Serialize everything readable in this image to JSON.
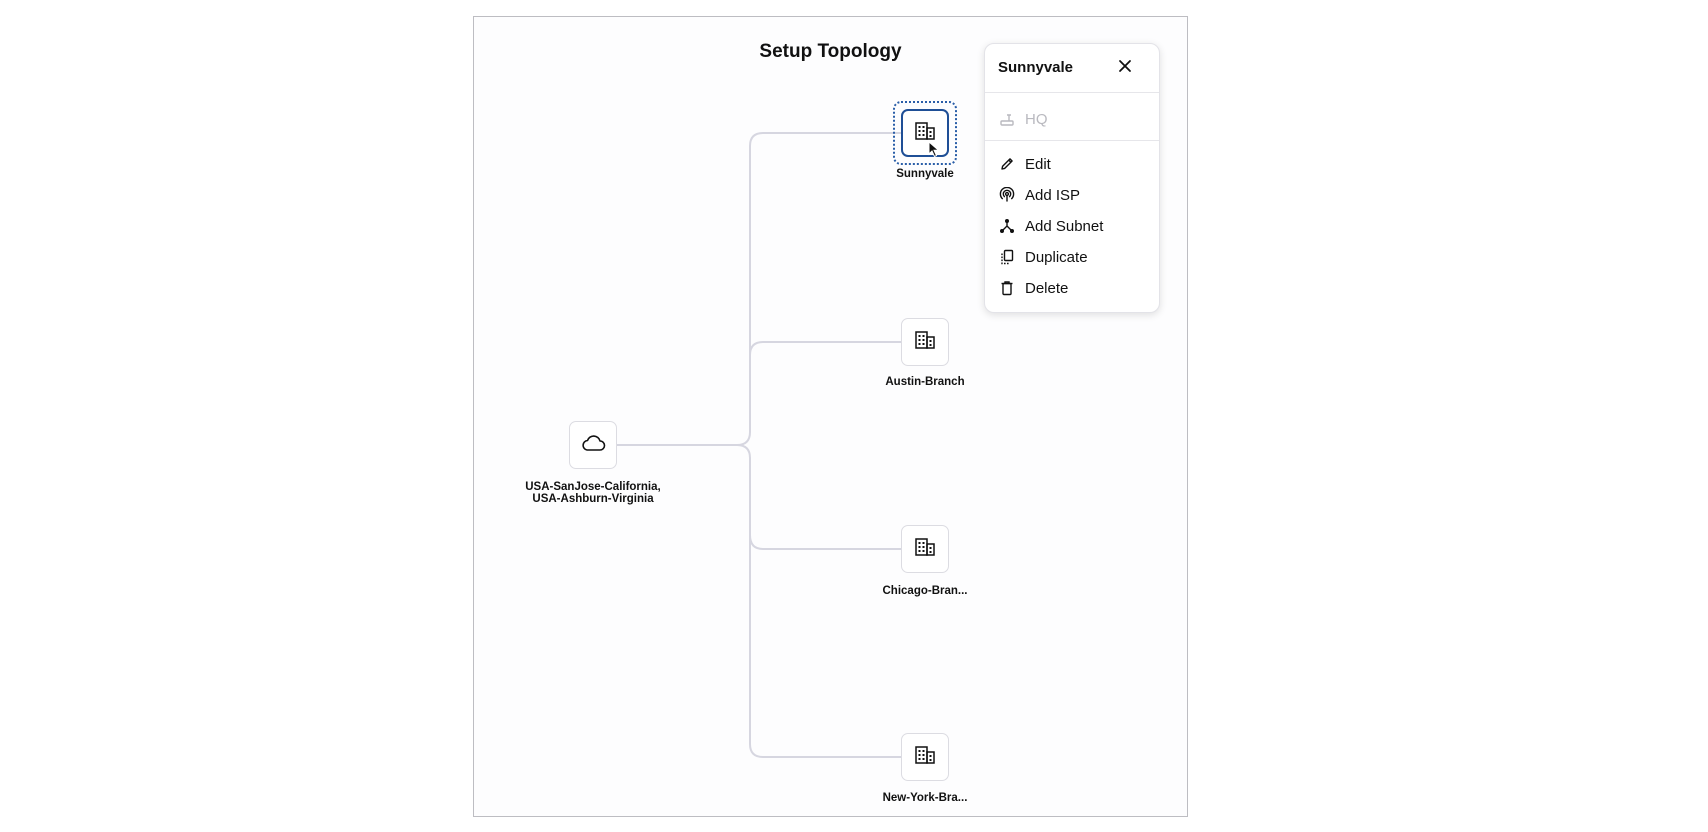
{
  "topology": {
    "title": "Setup Topology",
    "cloud": {
      "label_line1": "USA-SanJose-California,",
      "label_line2": "USA-Ashburn-Virginia",
      "icon": "cloud-icon"
    },
    "sites": [
      {
        "label": "Sunnyvale",
        "icon": "building-icon",
        "selected": true
      },
      {
        "label": "Austin-Branch",
        "icon": "building-icon"
      },
      {
        "label": "Chicago-Bran...",
        "icon": "building-icon"
      },
      {
        "label": "New-York-Bra...",
        "icon": "building-icon"
      }
    ]
  },
  "context_menu": {
    "title": "Sunnyvale",
    "close_icon": "close-icon",
    "items": [
      {
        "label": "HQ",
        "icon": "router-icon",
        "disabled": true
      },
      {
        "label": "Edit",
        "icon": "pencil-icon"
      },
      {
        "label": "Add ISP",
        "icon": "signal-icon"
      },
      {
        "label": "Add Subnet",
        "icon": "subnet-icon"
      },
      {
        "label": "Duplicate",
        "icon": "copy-icon"
      },
      {
        "label": "Delete",
        "icon": "trash-icon"
      }
    ]
  },
  "colors": {
    "selection": "#1f4f96",
    "link": "#d6d6e0",
    "disabled": "#b9b9bf"
  }
}
